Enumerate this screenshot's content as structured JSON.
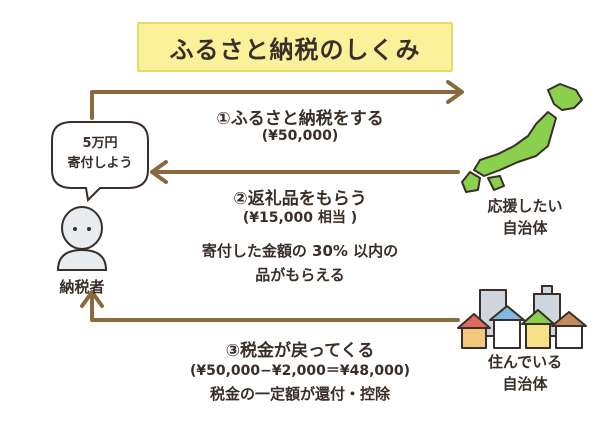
{
  "title": "ふるさと納税のしくみ",
  "person": {
    "bubble_line1": "5万円",
    "bubble_line2": "寄付しよう",
    "label": "納税者"
  },
  "step1": {
    "label": "①ふるさと納税をする",
    "amount": "(¥50,000)"
  },
  "step2": {
    "label": "②返礼品をもらう",
    "amount": "(¥15,000 相当 )",
    "note_line1": "寄付した金額の 30% 以内の",
    "note_line2": "品がもらえる"
  },
  "step3": {
    "label": "③税金が戻ってくる",
    "amount": "(¥50,000−¥2,000＝¥48,000)",
    "note": "税金の一定額が還付・控除"
  },
  "target_municipality": {
    "line1": "応援したい",
    "line2": "自治体"
  },
  "home_municipality": {
    "line1": "住んでいる",
    "line2": "自治体"
  },
  "colors": {
    "arrow": "#8a6a3c",
    "title_bg": "#fbf19a",
    "japan": "#8bcf4e",
    "text": "#3a2e28"
  }
}
